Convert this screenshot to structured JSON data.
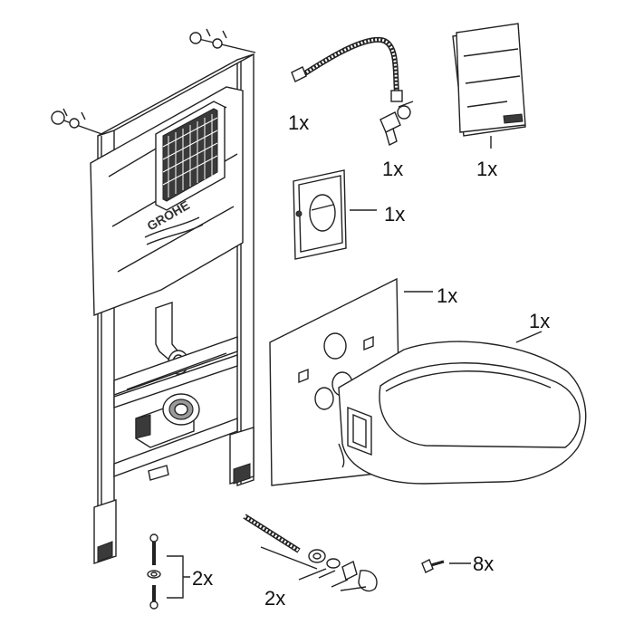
{
  "brand": {
    "logo_text": "GROHE"
  },
  "labels": {
    "hose": "1x",
    "angle_valve": "1x",
    "manual": "1x",
    "flush_plate": "1x",
    "sound_pad": "1x",
    "toilet_bowl": "1x",
    "frame_screws": "2x",
    "bowl_fixings": "2x",
    "small_screws": "8x"
  },
  "colors": {
    "line": "#222222",
    "shade": "#9a9a9a",
    "dark": "#3a3a3a",
    "paper": "#ffffff"
  },
  "icons": {
    "frame": "installation-frame-icon",
    "hose": "flexible-hose-icon",
    "valve": "angle-valve-icon",
    "manual": "manual-booklet-icon",
    "plate": "flush-plate-icon",
    "pad": "sound-insulation-pad-icon",
    "bowl": "wall-hung-toilet-icon",
    "bolt": "bolt-icon",
    "screw": "screw-icon"
  }
}
